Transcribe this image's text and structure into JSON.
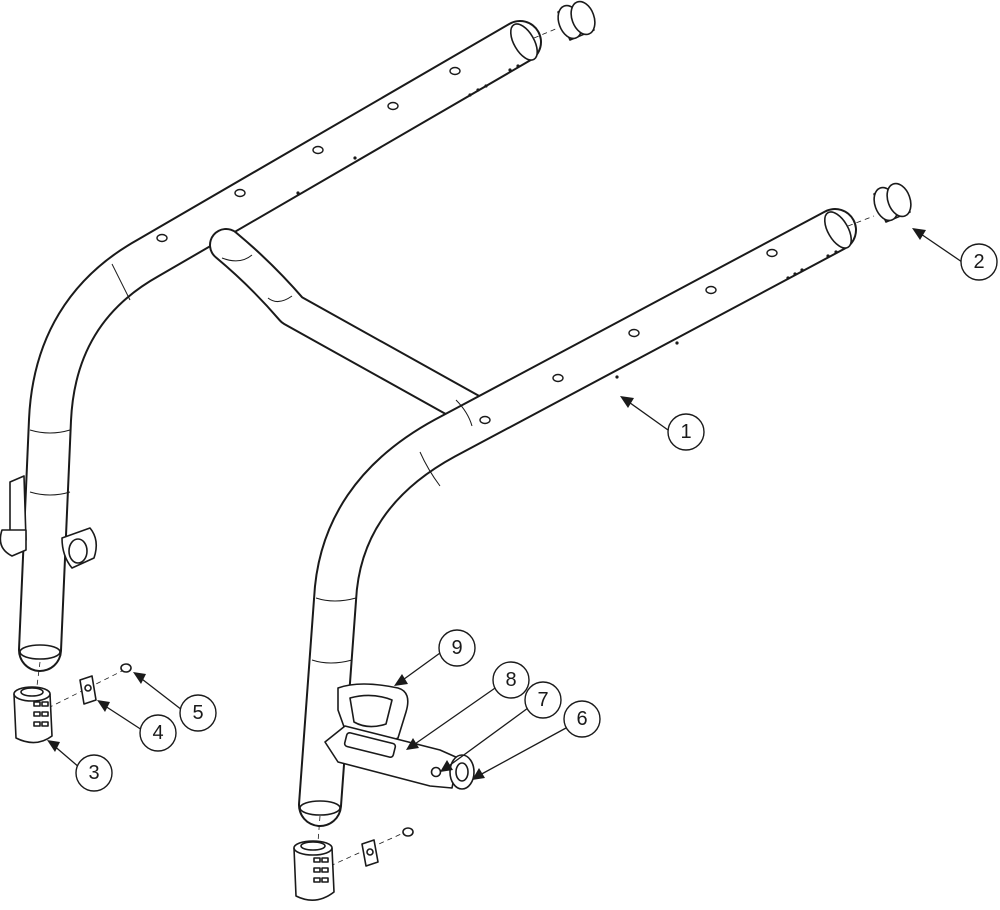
{
  "diagram": {
    "type": "exploded-parts-diagram",
    "callouts": [
      {
        "id": "callout-1",
        "label": "1"
      },
      {
        "id": "callout-2",
        "label": "2"
      },
      {
        "id": "callout-3",
        "label": "3"
      },
      {
        "id": "callout-4",
        "label": "4"
      },
      {
        "id": "callout-5",
        "label": "5"
      },
      {
        "id": "callout-6",
        "label": "6"
      },
      {
        "id": "callout-7",
        "label": "7"
      },
      {
        "id": "callout-8",
        "label": "8"
      },
      {
        "id": "callout-9",
        "label": "9"
      }
    ],
    "colors": {
      "line": "#1a1a1a",
      "background": "#ffffff",
      "shading": "#9a9a9a"
    }
  }
}
